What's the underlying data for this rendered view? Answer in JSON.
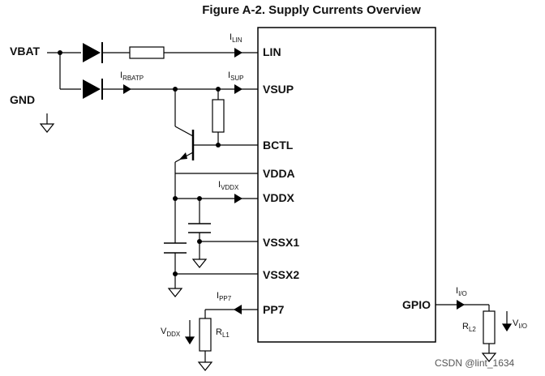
{
  "title": "Figure A-2. Supply Currents Overview",
  "nets": {
    "vbat": "VBAT",
    "gnd": "GND"
  },
  "pins": {
    "lin": "LIN",
    "vsup": "VSUP",
    "bctl": "BCTL",
    "vdda": "VDDA",
    "vddx": "VDDX",
    "vssx1": "VSSX1",
    "vssx2": "VSSX2",
    "pp7": "PP7",
    "gpio": "GPIO"
  },
  "currents": {
    "i_lin": {
      "main": "I",
      "sub": "LIN"
    },
    "i_rbatp": {
      "main": "I",
      "sub": "RBATP"
    },
    "i_sup": {
      "main": "I",
      "sub": "SUP"
    },
    "i_vddx": {
      "main": "I",
      "sub": "VDDX"
    },
    "i_pp7": {
      "main": "I",
      "sub": "PP7"
    },
    "i_io": {
      "main": "I",
      "sub": "I/O"
    }
  },
  "voltages": {
    "v_ddx": {
      "main": "V",
      "sub": "DDX"
    },
    "v_io": {
      "main": "V",
      "sub": "I/O"
    }
  },
  "resistors": {
    "rl1": {
      "main": "R",
      "sub": "L1"
    },
    "rl2": {
      "main": "R",
      "sub": "L2"
    }
  },
  "watermark": "CSDN @lint_1634"
}
